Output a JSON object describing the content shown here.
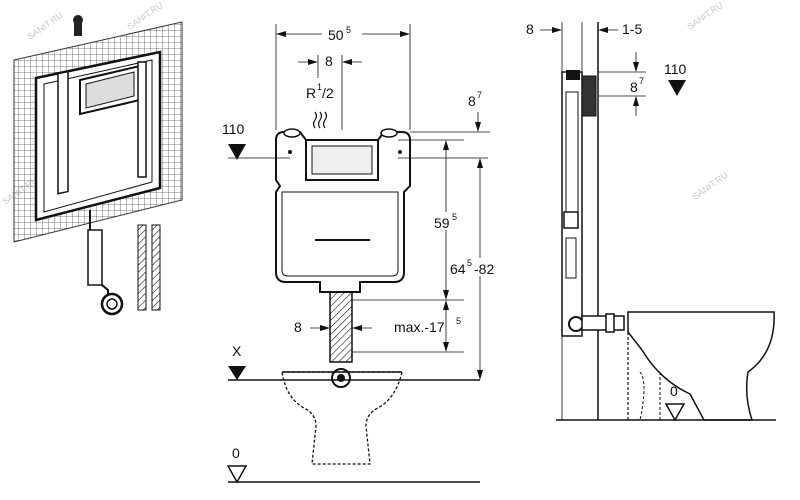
{
  "colors": {
    "line": "#111111",
    "grid": "#555555",
    "fill_light": "#e9e9e9",
    "fill_dark": "#3a3a3a",
    "background": "#ffffff"
  },
  "watermark": "SANIT.RU",
  "icons": {
    "level_marker": "downward-triangle",
    "water_inlet": "wavy-arrow-down",
    "frame_3d": "installation-frame-with-grid-mesh"
  },
  "front_view": {
    "width_top": {
      "main": "50",
      "sup": "5"
    },
    "inlet_offset": "8",
    "inlet_thread": {
      "main": "R",
      "sup": "1",
      "sub": "/2"
    },
    "top_offset": {
      "main": "8",
      "sup": "7"
    },
    "level_110": "110",
    "height_tank": {
      "main": "59",
      "sup": "5"
    },
    "height_range": {
      "main": "64",
      "sup": "5",
      "rest": "-82"
    },
    "pipe_width": "8",
    "pipe_max": {
      "main": "max.-17",
      "sup": "5"
    },
    "level_x": "X",
    "level_0": "0"
  },
  "side_view": {
    "wall_offset": "8",
    "depth_range": "1-5",
    "level_110": "110",
    "top_offset": {
      "main": "8",
      "sup": "7"
    },
    "level_0": "0"
  }
}
